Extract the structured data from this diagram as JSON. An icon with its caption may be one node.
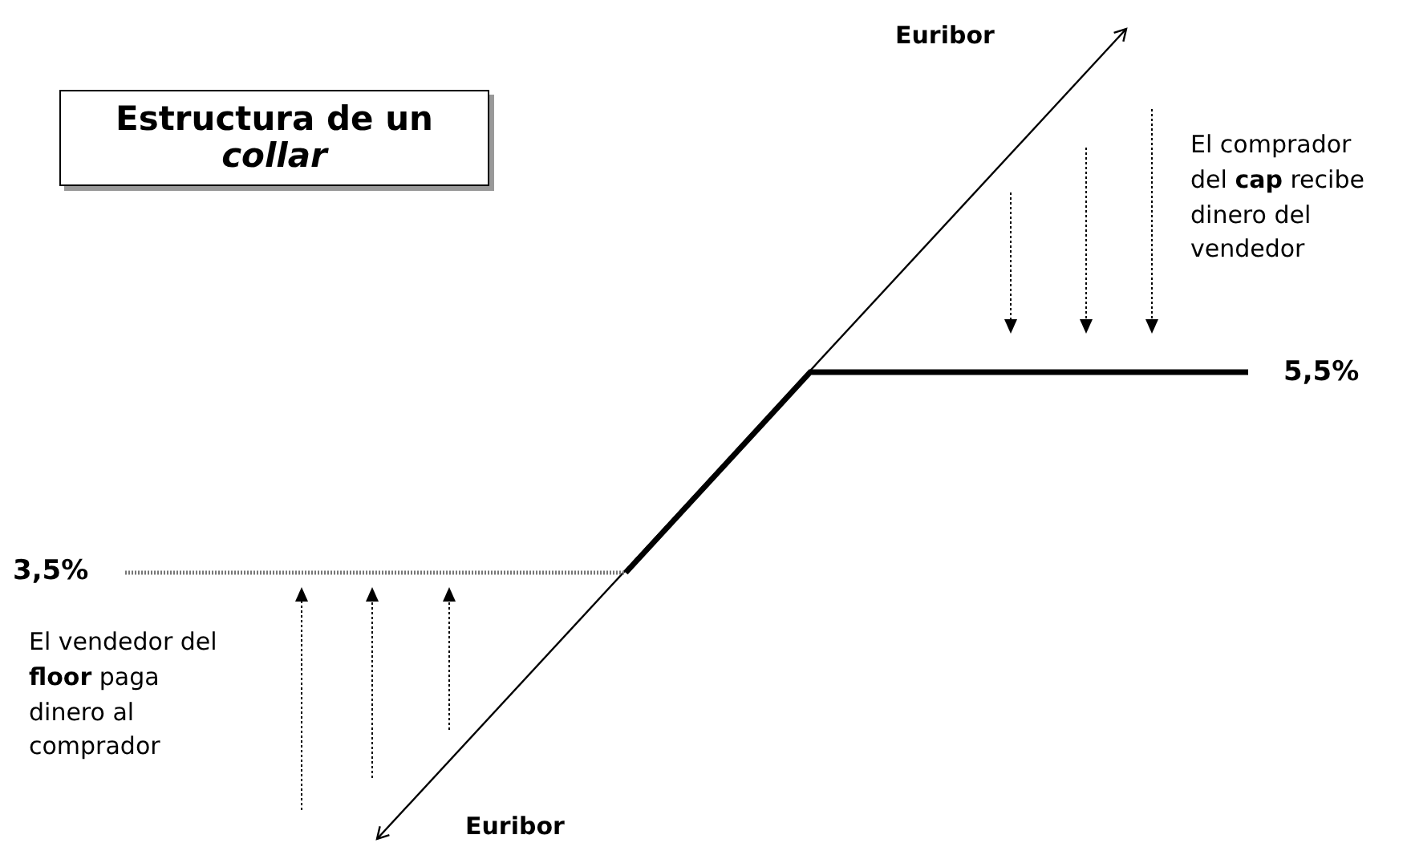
{
  "diagram": {
    "title": "Estructura de un *collar*",
    "labels": [
      "Euribor",
      "El comprador del **cap** recibe dinero del vendedor",
      "5,5%",
      "3,5%",
      "El vendedor del **floor** paga dinero al comprador",
      "Euribor"
    ]
  }
}
